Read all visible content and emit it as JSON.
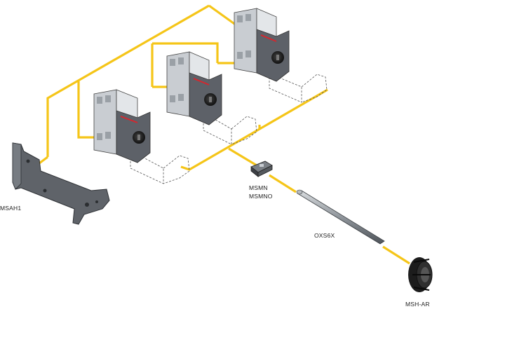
{
  "labels": {
    "bracket": "MSAH1",
    "aux_line1": "MSMN",
    "aux_line2": "MSMNO",
    "shaft": "OXS6X",
    "handle": "MSH-AR"
  },
  "colors": {
    "connector": "#f5c518",
    "body": "#c9cdd2",
    "body_dark": "#8e949b",
    "front": "#5d6168",
    "accent": "#d7262d",
    "bracket": "#5f6369",
    "background": "#ffffff"
  }
}
